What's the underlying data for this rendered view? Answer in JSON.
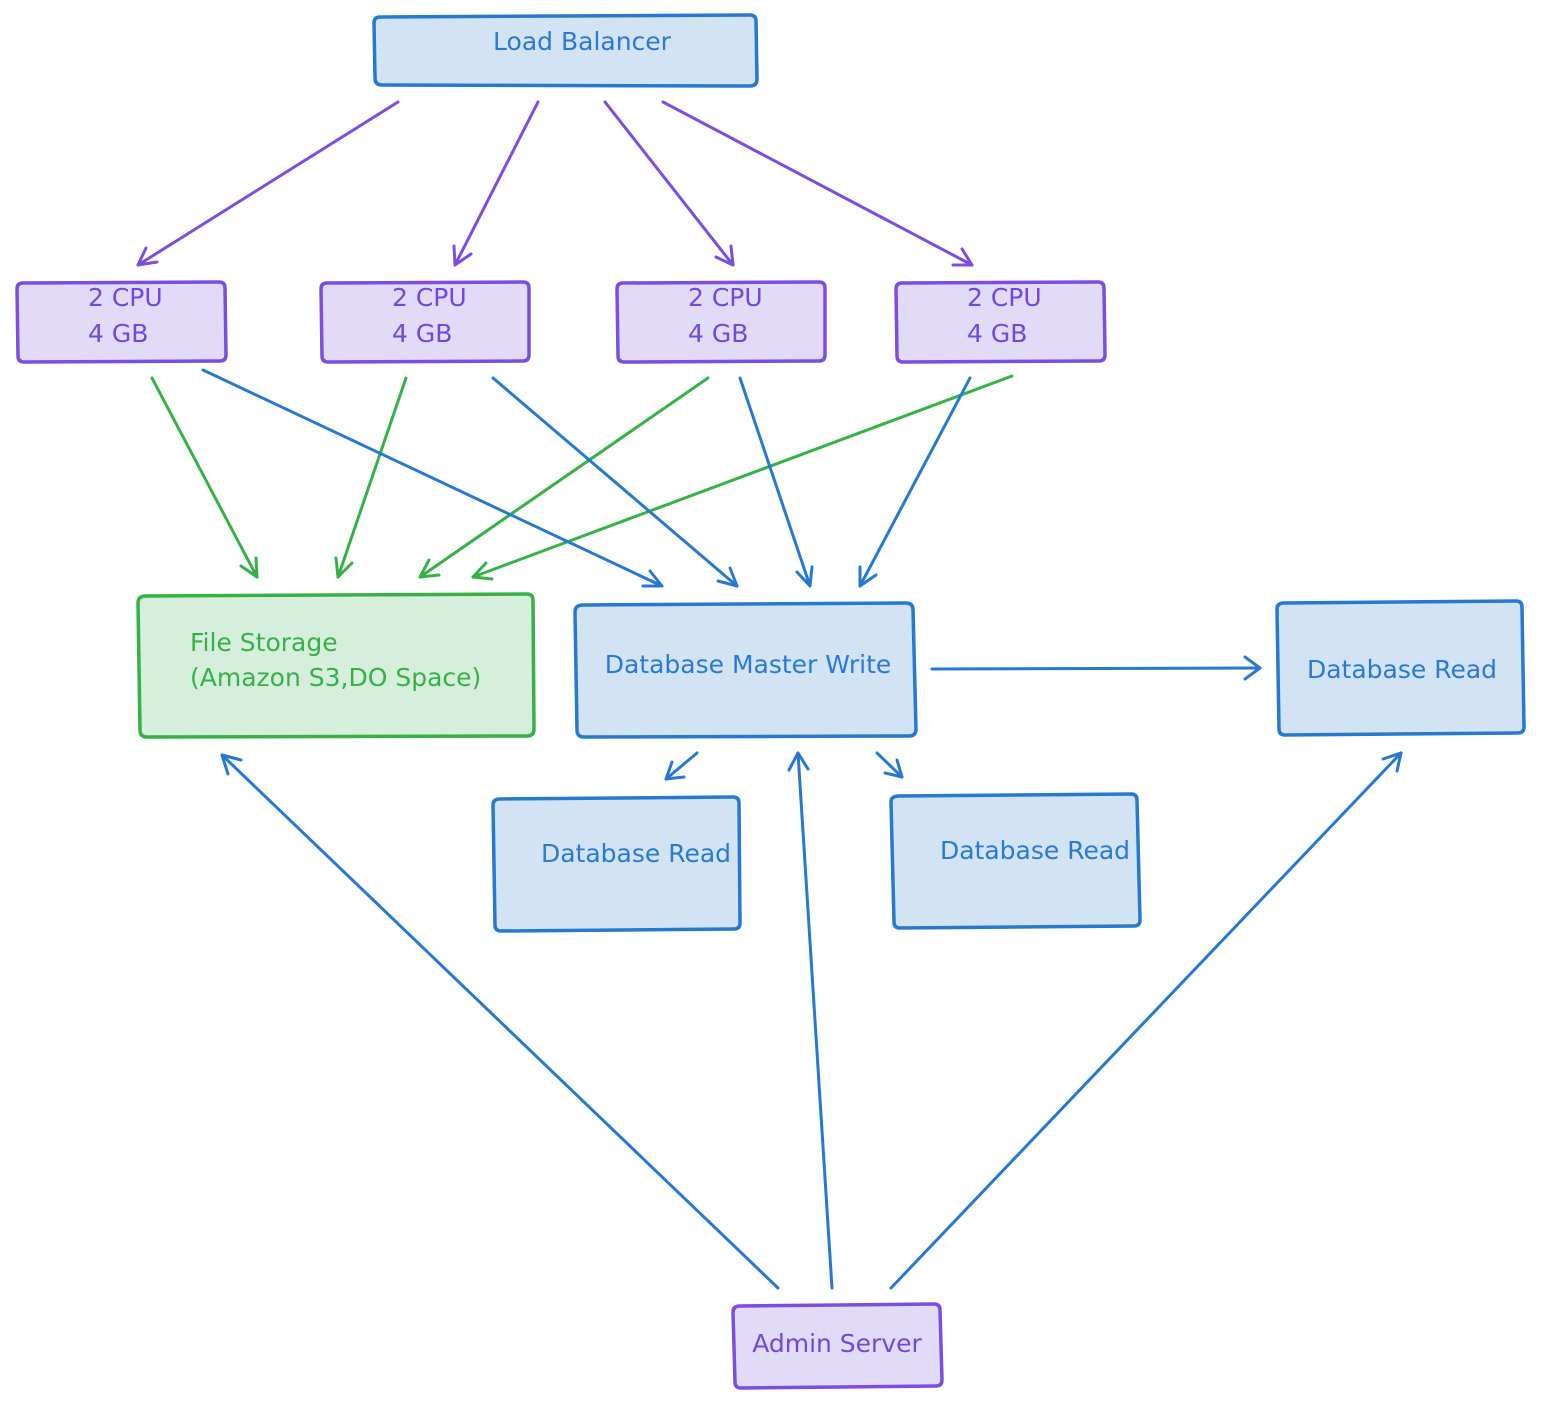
{
  "colors": {
    "purple_stroke": "#7b4de0",
    "purple_fill": "#e2dbf8",
    "purple_text": "#7148dd",
    "blue_stroke": "#2779cf",
    "blue_fill": "#d2e3f4",
    "blue_text": "#2a7ad0",
    "green_stroke": "#38b048",
    "green_fill": "#d6eedc",
    "green_text": "#38b048"
  },
  "nodes": {
    "load_balancer": {
      "label": "Load Balancer"
    },
    "servers": [
      {
        "cpu": "2 CPU",
        "mem": "4 GB"
      },
      {
        "cpu": "2 CPU",
        "mem": "4 GB"
      },
      {
        "cpu": "2 CPU",
        "mem": "4 GB"
      },
      {
        "cpu": "2 CPU",
        "mem": "4 GB"
      }
    ],
    "file_storage": {
      "line1": "File Storage",
      "line2": "(Amazon S3,DO Space)"
    },
    "db_master": {
      "label": "Database Master Write"
    },
    "db_read_right": {
      "label": "Database Read"
    },
    "db_read_left": {
      "label": "Database Read"
    },
    "db_read_center": {
      "label": "Database Read"
    },
    "admin_server": {
      "label": "Admin Server"
    }
  }
}
